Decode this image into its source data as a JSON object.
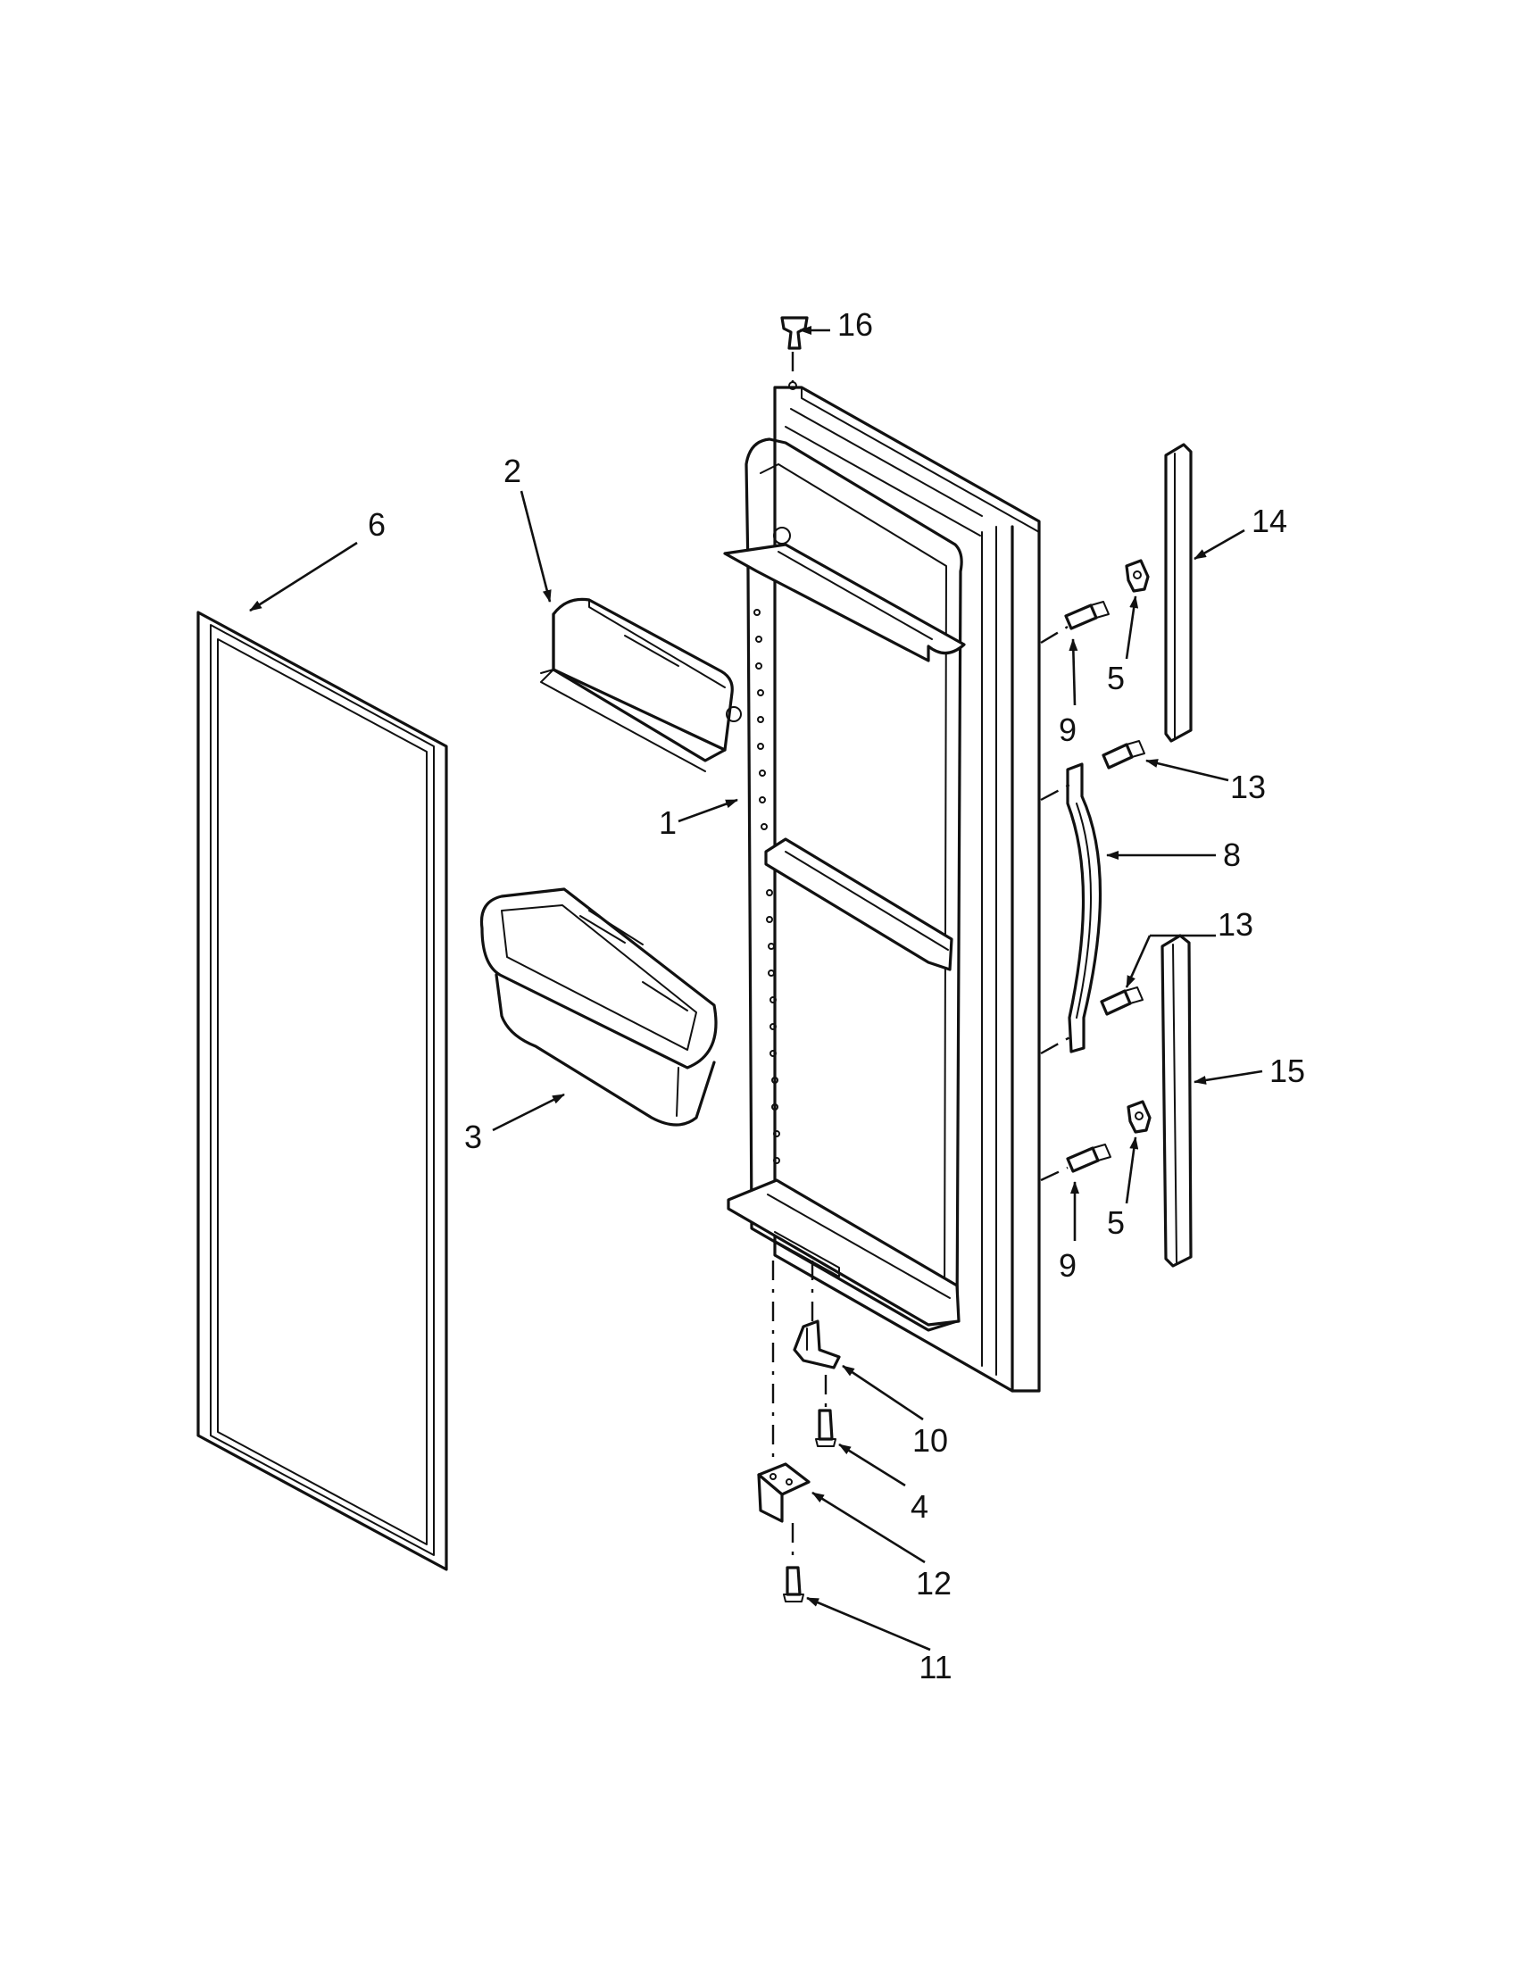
{
  "callouts": [
    {
      "id": "c16",
      "label": "16"
    },
    {
      "id": "c2",
      "label": "2"
    },
    {
      "id": "c6",
      "label": "6"
    },
    {
      "id": "c14",
      "label": "14"
    },
    {
      "id": "c5a",
      "label": "5"
    },
    {
      "id": "c9a",
      "label": "9"
    },
    {
      "id": "c13a",
      "label": "13"
    },
    {
      "id": "c1",
      "label": "1"
    },
    {
      "id": "c8",
      "label": "8"
    },
    {
      "id": "c13b",
      "label": "13"
    },
    {
      "id": "c15",
      "label": "15"
    },
    {
      "id": "c3",
      "label": "3"
    },
    {
      "id": "c5b",
      "label": "5"
    },
    {
      "id": "c9b",
      "label": "9"
    },
    {
      "id": "c10",
      "label": "10"
    },
    {
      "id": "c4",
      "label": "4"
    },
    {
      "id": "c12",
      "label": "12"
    },
    {
      "id": "c11",
      "label": "11"
    }
  ],
  "colors": {
    "ink": "#111111",
    "paper": "#ffffff"
  }
}
